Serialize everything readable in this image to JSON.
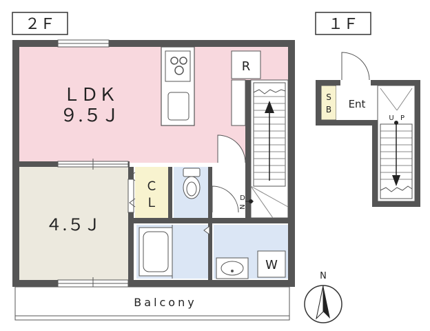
{
  "floors": {
    "second": {
      "label": "２Ｆ",
      "rooms": {
        "ldk_name": "ＬＤＫ",
        "ldk_size": "９.５Ｊ",
        "bedroom_size": "４.５Ｊ",
        "closet": [
          "Ｃ",
          "Ｌ"
        ],
        "fridge": "R",
        "washer": "W",
        "stairs_down": [
          "D",
          "N"
        ],
        "balcony": "Balcony"
      }
    },
    "first": {
      "label": "１Ｆ",
      "rooms": {
        "shoe_box": [
          "S",
          "B"
        ],
        "entrance": "Ent",
        "stairs_up": [
          "U",
          "P"
        ]
      }
    }
  },
  "compass": {
    "north": "N"
  },
  "colors": {
    "ldk": "#f8d8de",
    "bedroom": "#ece9de",
    "closet": "#f8f3cf",
    "wet_area": "#dbe6f5",
    "entrance": "#f8f3cf",
    "wall": "#555555"
  }
}
